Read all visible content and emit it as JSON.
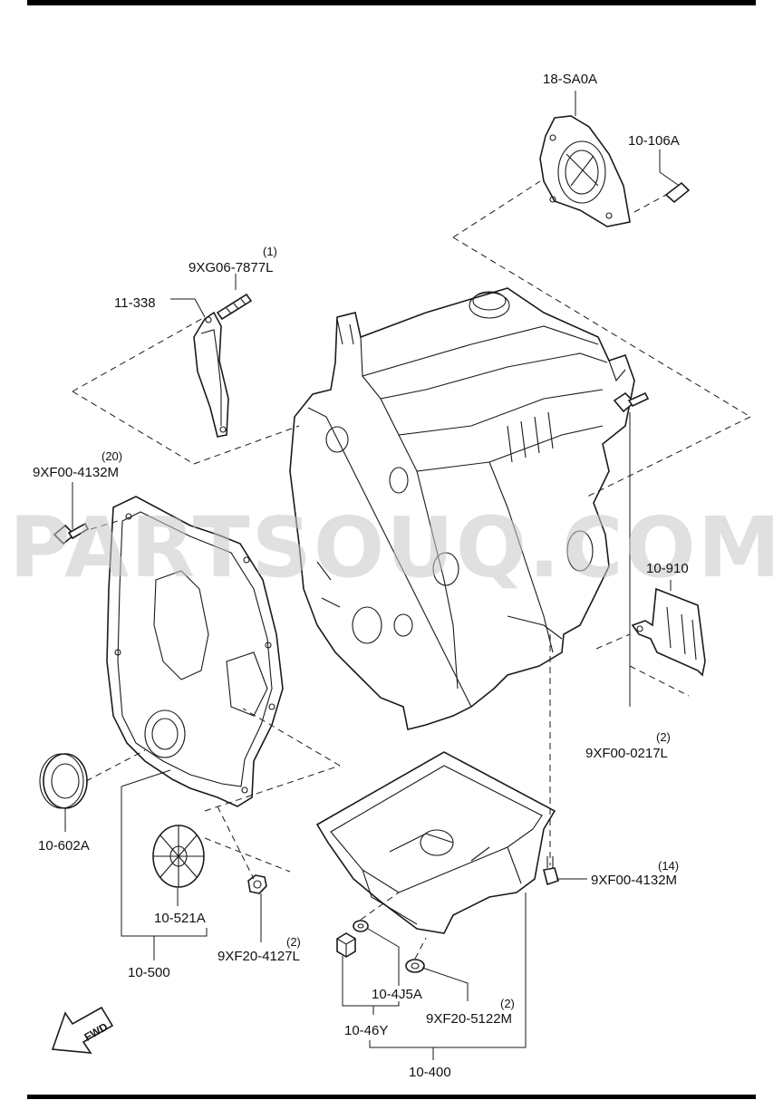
{
  "watermark": "PARTSOUQ.COM",
  "direction": "FWD",
  "callouts": [
    {
      "id": "rear-oil-seal-housing",
      "code": "18-SA0A"
    },
    {
      "id": "housing-bolt",
      "code": "10-106A"
    },
    {
      "id": "stud-bolt",
      "code": "9XG06-7877L",
      "qty": "(1)"
    },
    {
      "id": "gasket",
      "code": "11-338"
    },
    {
      "id": "cover-bolt",
      "code": "9XF00-4132M",
      "qty": "(20)"
    },
    {
      "id": "heat-shield",
      "code": "10-910"
    },
    {
      "id": "shield-bolt",
      "code": "9XF00-0217L",
      "qty": "(2)"
    },
    {
      "id": "front-oil-seal",
      "code": "10-602A"
    },
    {
      "id": "timing-cover-plug",
      "code": "10-521A"
    },
    {
      "id": "timing-cover",
      "code": "10-500"
    },
    {
      "id": "cover-nut",
      "code": "9XF20-4127L",
      "qty": "(2)"
    },
    {
      "id": "oil-pan-bolt",
      "code": "9XF00-4132M",
      "qty": "(14)"
    },
    {
      "id": "drain-gasket",
      "code": "10-4J5A"
    },
    {
      "id": "drain-plug",
      "code": "10-46Y"
    },
    {
      "id": "washer",
      "code": "9XF20-5122M",
      "qty": "(2)"
    },
    {
      "id": "oil-pan",
      "code": "10-400"
    }
  ],
  "colors": {
    "line": "#1a1a1a",
    "background": "#ffffff",
    "watermark": "#c8c8c8"
  }
}
